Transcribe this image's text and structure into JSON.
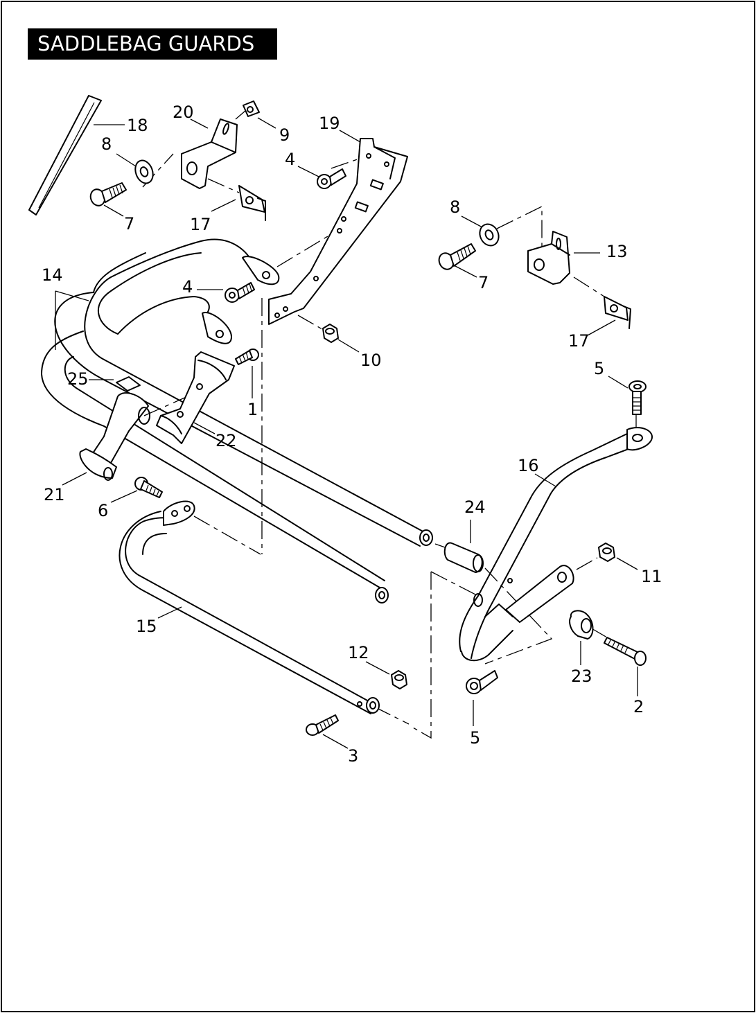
{
  "title": "SADDLEBAG GUARDS",
  "callouts": [
    {
      "id": "c1",
      "label": "1"
    },
    {
      "id": "c2",
      "label": "2"
    },
    {
      "id": "c3",
      "label": "3"
    },
    {
      "id": "c4a",
      "label": "4"
    },
    {
      "id": "c4b",
      "label": "4"
    },
    {
      "id": "c5a",
      "label": "5"
    },
    {
      "id": "c5b",
      "label": "5"
    },
    {
      "id": "c6",
      "label": "6"
    },
    {
      "id": "c7a",
      "label": "7"
    },
    {
      "id": "c7b",
      "label": "7"
    },
    {
      "id": "c8a",
      "label": "8"
    },
    {
      "id": "c8b",
      "label": "8"
    },
    {
      "id": "c9",
      "label": "9"
    },
    {
      "id": "c10",
      "label": "10"
    },
    {
      "id": "c11",
      "label": "11"
    },
    {
      "id": "c12",
      "label": "12"
    },
    {
      "id": "c13",
      "label": "13"
    },
    {
      "id": "c14",
      "label": "14"
    },
    {
      "id": "c15",
      "label": "15"
    },
    {
      "id": "c16",
      "label": "16"
    },
    {
      "id": "c17a",
      "label": "17"
    },
    {
      "id": "c17b",
      "label": "17"
    },
    {
      "id": "c18",
      "label": "18"
    },
    {
      "id": "c19",
      "label": "19"
    },
    {
      "id": "c20",
      "label": "20"
    },
    {
      "id": "c21",
      "label": "21"
    },
    {
      "id": "c22",
      "label": "22"
    },
    {
      "id": "c23",
      "label": "23"
    },
    {
      "id": "c24",
      "label": "24"
    },
    {
      "id": "c25",
      "label": "25"
    }
  ]
}
